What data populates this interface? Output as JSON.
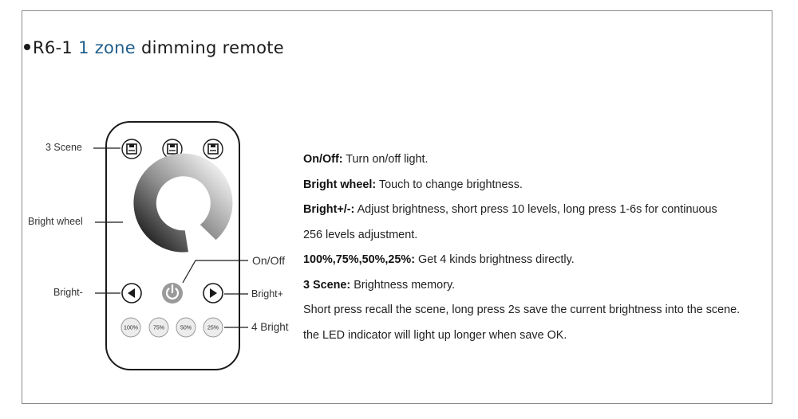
{
  "title": {
    "prefix": "R6-1",
    "accent": "1 zone",
    "suffix": "dimming remote",
    "accent_color": "#1f5f8b"
  },
  "remote": {
    "labels": {
      "scene": "3 Scene",
      "bright_wheel": "Bright wheel",
      "bright_minus": "Bright-",
      "on_off": "On/Off",
      "bright_plus": "Bright+",
      "four_bright": "4 Bright"
    },
    "preset_buttons": [
      "100%",
      "75%",
      "50%",
      "25%"
    ],
    "icons": {
      "scene_buttons": "save-icon",
      "left": "arrow-left-icon",
      "right": "arrow-right-icon",
      "power": "power-icon"
    }
  },
  "description": [
    {
      "key": "On/Off:",
      "text": " Turn on/off light."
    },
    {
      "key": "Bright wheel:",
      "text": " Touch to change brightness."
    },
    {
      "key": "Bright+/-:",
      "text": " Adjust brightness, short press 10 levels, long press 1-6s for continuous"
    },
    {
      "key": "",
      "text": "256 levels adjustment."
    },
    {
      "key": "100%,75%,50%,25%:",
      "text": " Get 4 kinds brightness directly."
    },
    {
      "key": "3 Scene:",
      "text": " Brightness memory."
    },
    {
      "key": "",
      "text": "Short press recall the scene, long press 2s save the current brightness into the scene."
    },
    {
      "key": "",
      "text": "the LED indicator will light up longer when save OK."
    }
  ]
}
